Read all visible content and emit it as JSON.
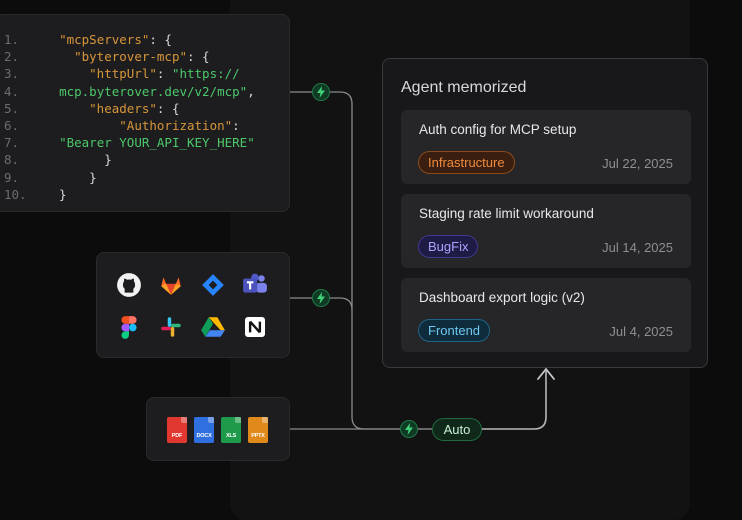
{
  "code": {
    "lines": [
      {
        "num": "1.",
        "segments": [
          {
            "t": "  ",
            "c": "p"
          },
          {
            "t": "\"mcpServers\"",
            "c": "str"
          },
          {
            "t": ": {",
            "c": "p"
          }
        ]
      },
      {
        "num": "2.",
        "segments": [
          {
            "t": "    ",
            "c": "p"
          },
          {
            "t": "\"byterover-mcp\"",
            "c": "str"
          },
          {
            "t": ": {",
            "c": "p"
          }
        ]
      },
      {
        "num": "3.",
        "segments": [
          {
            "t": "      ",
            "c": "p"
          },
          {
            "t": "\"httpUrl\"",
            "c": "str"
          },
          {
            "t": ": ",
            "c": "p"
          },
          {
            "t": "\"https://",
            "c": "url"
          }
        ]
      },
      {
        "num": "4.",
        "segments": [
          {
            "t": "  ",
            "c": "p"
          },
          {
            "t": "mcp.byterover.dev/v2/mcp\"",
            "c": "url"
          },
          {
            "t": ",",
            "c": "p"
          }
        ]
      },
      {
        "num": "5.",
        "segments": [
          {
            "t": "      ",
            "c": "p"
          },
          {
            "t": "\"headers\"",
            "c": "str"
          },
          {
            "t": ": {",
            "c": "p"
          }
        ]
      },
      {
        "num": "6.",
        "segments": [
          {
            "t": "          ",
            "c": "p"
          },
          {
            "t": "\"Authorization\"",
            "c": "str"
          },
          {
            "t": ":",
            "c": "p"
          }
        ]
      },
      {
        "num": "7.",
        "segments": [
          {
            "t": "  ",
            "c": "p"
          },
          {
            "t": "\"Bearer YOUR_API_KEY_HERE\"",
            "c": "url"
          }
        ]
      },
      {
        "num": "8.",
        "segments": [
          {
            "t": "        }",
            "c": "p"
          }
        ]
      },
      {
        "num": "9.",
        "segments": [
          {
            "t": "      }",
            "c": "p"
          }
        ]
      },
      {
        "num": "10.",
        "segments": [
          {
            "t": "  }",
            "c": "p"
          }
        ]
      }
    ]
  },
  "integrations": [
    {
      "icon": "github-icon"
    },
    {
      "icon": "gitlab-icon"
    },
    {
      "icon": "jira-icon"
    },
    {
      "icon": "teams-icon"
    },
    {
      "icon": "figma-icon"
    },
    {
      "icon": "slack-icon"
    },
    {
      "icon": "google-drive-icon"
    },
    {
      "icon": "notion-icon"
    }
  ],
  "files": [
    {
      "label": "PDF",
      "color": "#e0382f"
    },
    {
      "label": "DOCX",
      "color": "#2f6fe0"
    },
    {
      "label": "XLS",
      "color": "#1f9a4a"
    },
    {
      "label": "PPTX",
      "color": "#e08a1c"
    }
  ],
  "auto_label": "Auto",
  "memory": {
    "title": "Agent memorized",
    "items": [
      {
        "title": "Auth config for MCP setup",
        "tag": "Infrastructure",
        "tag_color": "#f08a3c",
        "tag_bg": "#3a1f10",
        "tag_border": "#8a4a1c",
        "date": "Jul 22, 2025"
      },
      {
        "title": "Staging rate limit workaround",
        "tag": "BugFix",
        "tag_color": "#a9a4ff",
        "tag_bg": "#1e1c44",
        "tag_border": "#3f3a92",
        "date": "Jul 14, 2025"
      },
      {
        "title": "Dashboard export logic (v2)",
        "tag": "Frontend",
        "tag_color": "#6fc8f0",
        "tag_bg": "#0f2c3c",
        "tag_border": "#1f6488",
        "date": "Jul 4, 2025"
      }
    ]
  },
  "colors": {
    "wire": "#8a8a8e",
    "accent_green": "#2fb866"
  }
}
